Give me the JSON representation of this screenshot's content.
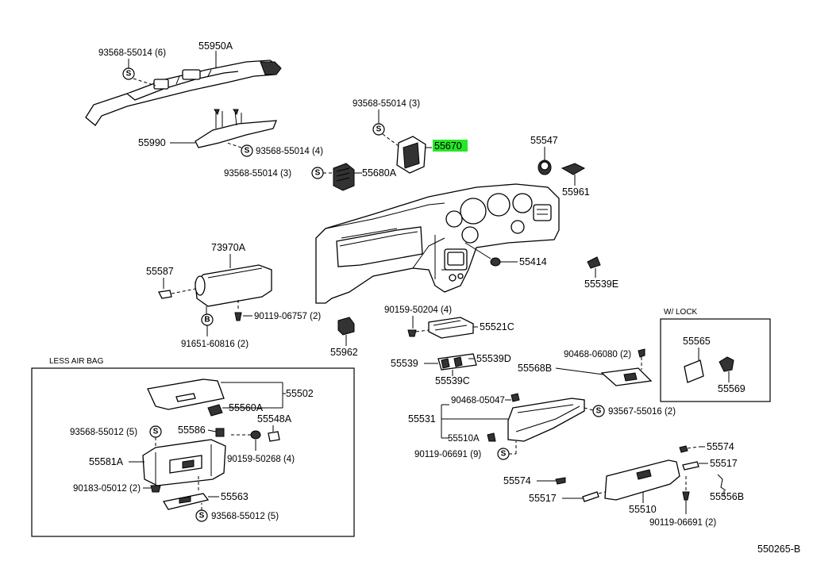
{
  "diagram_code": "550265-B",
  "sections": {
    "less_air_bag": "LESS AIR BAG",
    "with_lock": "W/ LOCK"
  },
  "symbols": {
    "s": "S",
    "b": "B"
  },
  "highlight_color": "#27e627",
  "parts": {
    "p55950A": "55950A",
    "p93568_55014_6": "93568-55014 (6)",
    "p55990": "55990",
    "p93568_55014_4": "93568-55014 (4)",
    "p93568_55014_3a": "93568-55014 (3)",
    "p55680A": "55680A",
    "p93568_55014_3b": "93568-55014 (3)",
    "p55670": "55670",
    "p55547": "55547",
    "p55961": "55961",
    "p73970A": "73970A",
    "p55587": "55587",
    "p90119_06757": "90119-06757 (2)",
    "p91651_60816": "91651-60816 (2)",
    "p55414": "55414",
    "p55539E": "55539E",
    "p90159_50204": "90159-50204 (4)",
    "p55521C": "55521C",
    "p55962": "55962",
    "p55539": "55539",
    "p55539D": "55539D",
    "p55539C": "55539C",
    "p90468_06080": "90468-06080 (2)",
    "p55568B": "55568B",
    "p55565": "55565",
    "p55569": "55569",
    "p55502": "55502",
    "p55560A": "55560A",
    "p55548A": "55548A",
    "p93568_55012_5a": "93568-55012 (5)",
    "p55586": "55586",
    "p90159_50268": "90159-50268 (4)",
    "p55581A": "55581A",
    "p90183_05012": "90183-05012 (2)",
    "p55563": "55563",
    "p93568_55012_5b": "93568-55012 (5)",
    "p90468_05047": "90468-05047",
    "p55531": "55531",
    "p93567_55016": "93567-55016 (2)",
    "p55510A": "55510A",
    "p90119_06691_9": "90119-06691 (9)",
    "p55574a": "55574",
    "p55517a": "55517",
    "p55574b": "55574",
    "p55517b": "55517",
    "p55556B": "55556B",
    "p55510": "55510",
    "p90119_06691_2": "90119-06691 (2)"
  }
}
